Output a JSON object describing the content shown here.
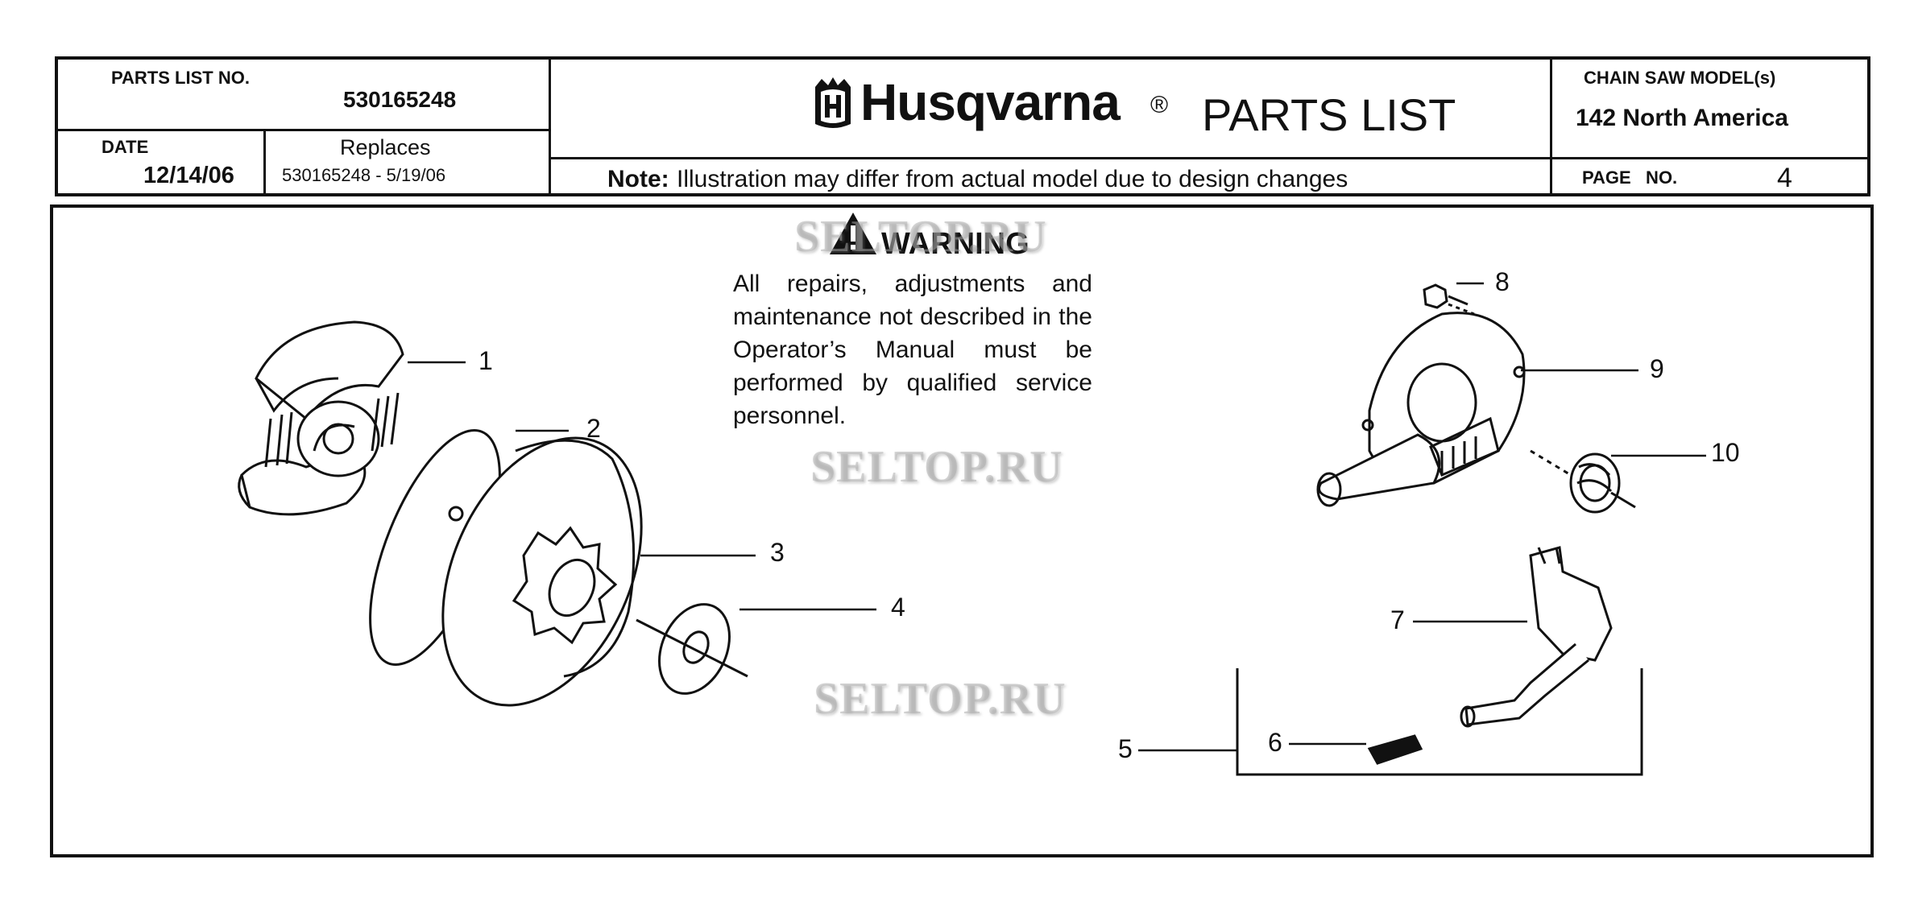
{
  "header": {
    "parts_list_no_label": "PARTS LIST NO.",
    "parts_list_no_value": "530165248",
    "date_label": "DATE",
    "date_value": "12/14/06",
    "replaces_label": "Replaces",
    "replaces_value": "530165248 - 5/19/06",
    "brand": "Husqvarna",
    "registered_mark": "®",
    "title": "PARTS LIST",
    "note_label": "Note:",
    "note_text": "Illustration may differ from actual model due to design changes",
    "model_label": "CHAIN SAW MODEL(s)",
    "model_value": "142 North America",
    "page_label": "PAGE   NO.",
    "page_value": "4"
  },
  "warning": {
    "title": "WARNING",
    "text": "All repairs, adjustments and maintenance not described in the Operator’s Manual must be performed by qualified service personnel."
  },
  "watermarks": [
    "SELTOP.RU",
    "SELTOP.RU",
    "SELTOP.RU"
  ],
  "callouts": [
    "1",
    "2",
    "3",
    "4",
    "5",
    "6",
    "7",
    "8",
    "9",
    "10"
  ],
  "icons": {
    "logo": "husqvarna-crown-h-icon",
    "warning": "warning-triangle-icon"
  }
}
